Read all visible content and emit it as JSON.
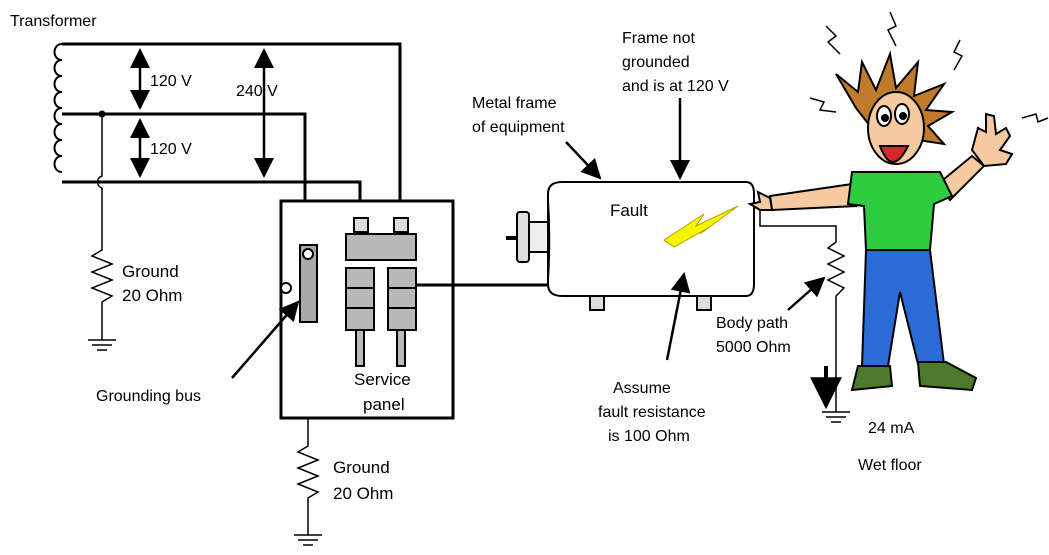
{
  "labels": {
    "transformer": "Transformer",
    "voltage_upper": "120 V",
    "voltage_lower": "120 V",
    "voltage_total": "240 V",
    "ground_left_line1": "Ground",
    "ground_left_line2": "20 Ohm",
    "grounding_bus": "Grounding bus",
    "service_panel_line1": "Service",
    "service_panel_line2": "panel",
    "ground_bottom_line1": "Ground",
    "ground_bottom_line2": "20 Ohm",
    "metal_frame_line1": "Metal frame",
    "metal_frame_line2": "of equipment",
    "frame_note_line1": "Frame not",
    "frame_note_line2": "grounded",
    "frame_note_line3": "and is at 120 V",
    "fault": "Fault",
    "assume_line1": "Assume",
    "assume_line2": "fault resistance",
    "assume_line3": "is 100 Ohm",
    "body_path_line1": "Body path",
    "body_path_line2": "5000 Ohm",
    "current": "24 mA",
    "wet_floor": "Wet floor"
  },
  "colors": {
    "wire": "#000000",
    "panel_breaker": "#b8b8b8",
    "bus_bar": "#a9a9a9",
    "frame_fill": "#ffffff",
    "fault_bolt": "#f5f500",
    "shirt": "#2ecc40",
    "pants": "#2b6bd6",
    "hair": "#c07a2c",
    "skin": "#f6c9a0",
    "shoes": "#4d7a2a",
    "mouth": "#d62828"
  }
}
